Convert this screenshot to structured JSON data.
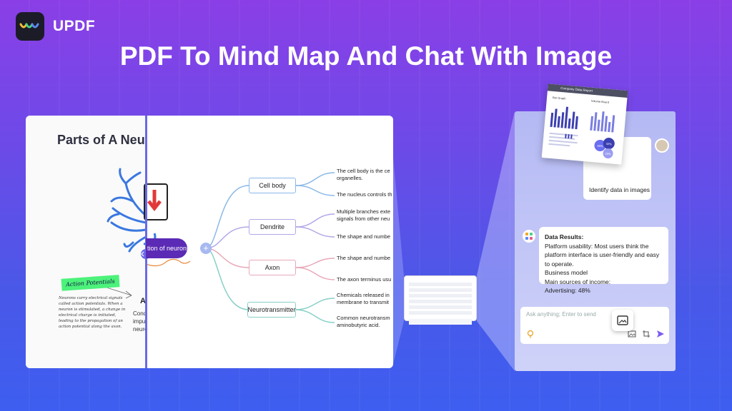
{
  "brand": {
    "name": "UPDF"
  },
  "headline": "PDF To Mind Map And Chat With Image",
  "pdf": {
    "title": "Parts of A Neu",
    "badge": "Action Potentials",
    "handwritten": "Neurons carry electrical signals called action potentials. When a neuron is stimulated, a change in electrical charge is initiated, leading to the propagation of an action potential along the axon.",
    "frag_a": "A",
    "frag_cond": [
      "Cond",
      "impul",
      "neuro"
    ]
  },
  "mindmap": {
    "root": "tion of neurons",
    "branches": [
      {
        "label": "Cell body",
        "color": "#8ab8e8",
        "leaves": [
          "The cell body is the ce",
          "organelles.",
          "The nucleus controls th"
        ]
      },
      {
        "label": "Dendrite",
        "color": "#b0a8e8",
        "leaves": [
          "Multiple branches exte",
          "signals from other neu",
          "The shape and numbe"
        ]
      },
      {
        "label": "Axon",
        "color": "#e8a8b8",
        "leaves": [
          "The shape and numbe",
          "The axon terminus usu"
        ]
      },
      {
        "label": "Neurotransmitter",
        "color": "#88d0c8",
        "leaves": [
          "Chemicals released in",
          "membrane to transmit",
          "Common neurotransm",
          "aminobutyric acid."
        ]
      }
    ]
  },
  "report": {
    "title": "Company Data Report",
    "left_label": "Bar Graph",
    "right_label": "Volume Board",
    "stats": [
      "48%",
      "42%",
      "23%"
    ]
  },
  "chat": {
    "user_message": "Identify data in images",
    "result_title": "Data Results:",
    "result_lines": [
      "Platform usability: Most users think the platform interface is user-friendly and easy to operate.",
      "Business model",
      "Main sources of income:",
      "Advertising: 48%"
    ],
    "input_placeholder": "Ask anything; Enter to send"
  },
  "colors": {
    "accent": "#5b2bb5",
    "send": "#7b5cf0"
  }
}
